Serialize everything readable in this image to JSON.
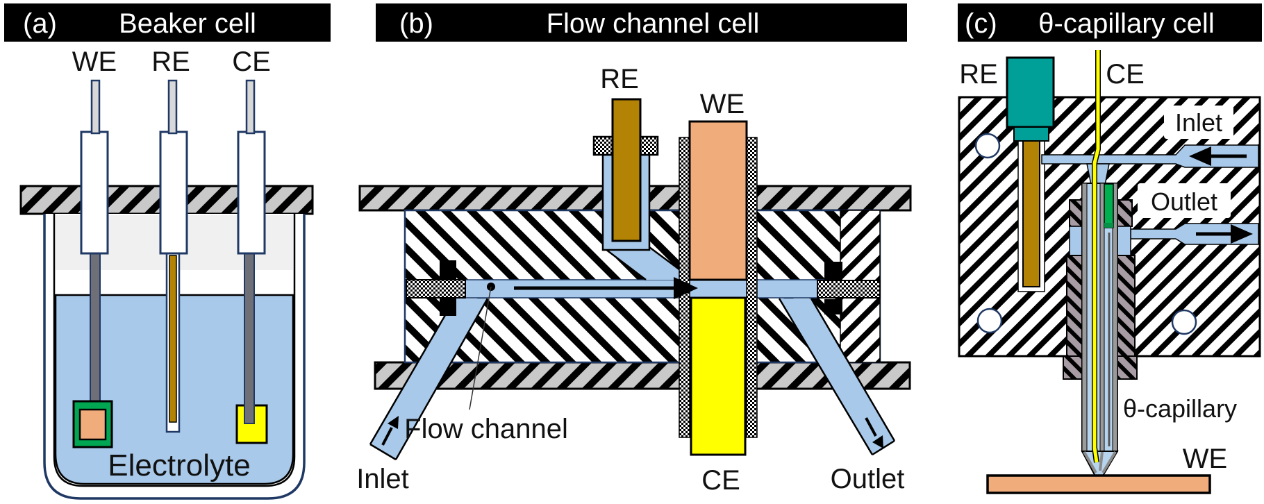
{
  "figure": {
    "type": "schematic",
    "description_labels": [
      "electrochemical cells"
    ]
  },
  "colors": {
    "blue": "#A8C9E9",
    "lumen_blue": "#B7D4EE",
    "orange": "#F1AC7C",
    "yellow": "#FFFF00",
    "gold": "#B28304",
    "teal": "#00A099",
    "green_dark": "#00A651",
    "green_bright": "#00B050",
    "green_shade": "#069246",
    "gray_rod": "#6F6F77",
    "light_rod": "#D8D8D8",
    "plate_gray": "#C9C9C9",
    "mauve": "#A89CA4",
    "navy": "#1F3864",
    "black_bar": "#000000",
    "wall_gray": "#9A9A9A"
  },
  "panels": {
    "a": {
      "tag": "(a)",
      "title": "Beaker cell",
      "labels": {
        "we": "WE",
        "re": "RE",
        "ce": "CE",
        "electrolyte": "Electrolyte"
      }
    },
    "b": {
      "tag": "(b)",
      "title": "Flow channel cell",
      "labels": {
        "re": "RE",
        "we": "WE",
        "ce": "CE",
        "flow_channel": "Flow channel",
        "inlet": "Inlet",
        "outlet": "Outlet"
      }
    },
    "c": {
      "tag": "(c)",
      "title": "θ-capillary cell",
      "labels": {
        "re": "RE",
        "ce": "CE",
        "inlet": "Inlet",
        "outlet": "Outlet",
        "theta_capillary": "θ-capillary",
        "we": "WE"
      }
    }
  }
}
